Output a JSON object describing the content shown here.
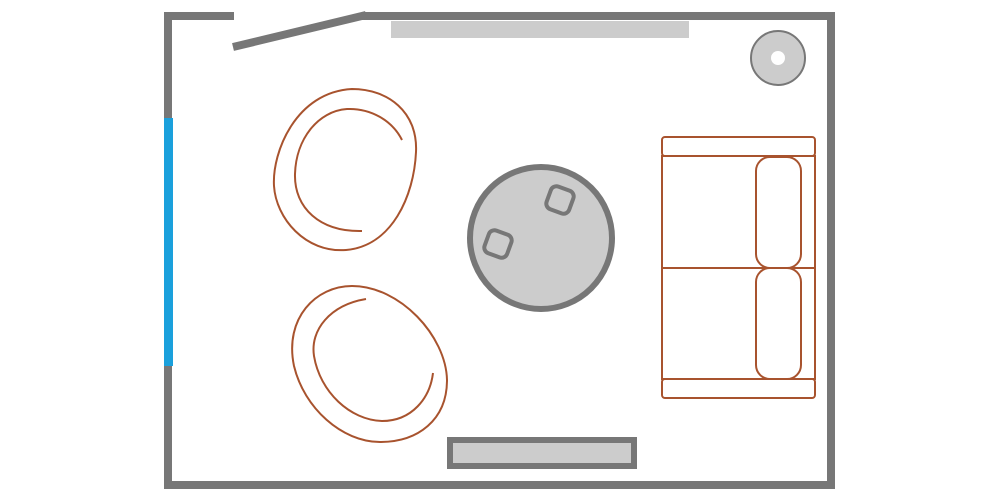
{
  "plan": {
    "colors": {
      "background": "#ffffff",
      "wall": "#777777",
      "fixture_fill": "#cccccc",
      "furniture_stroke": "#a8532e",
      "window": "#1aa0dc",
      "lamp_center": "#ffffff"
    },
    "elements": [
      {
        "name": "room-walls",
        "kind": "wall"
      },
      {
        "name": "door-swing",
        "kind": "door"
      },
      {
        "name": "window-left-wall",
        "kind": "window"
      },
      {
        "name": "ceiling-shelf",
        "kind": "fixture"
      },
      {
        "name": "floor-lamp",
        "kind": "lamp"
      },
      {
        "name": "armchair-top",
        "kind": "furniture"
      },
      {
        "name": "armchair-bottom",
        "kind": "furniture"
      },
      {
        "name": "round-coffee-table",
        "kind": "table"
      },
      {
        "name": "sofa",
        "kind": "furniture"
      },
      {
        "name": "tv-console",
        "kind": "fixture"
      }
    ]
  }
}
